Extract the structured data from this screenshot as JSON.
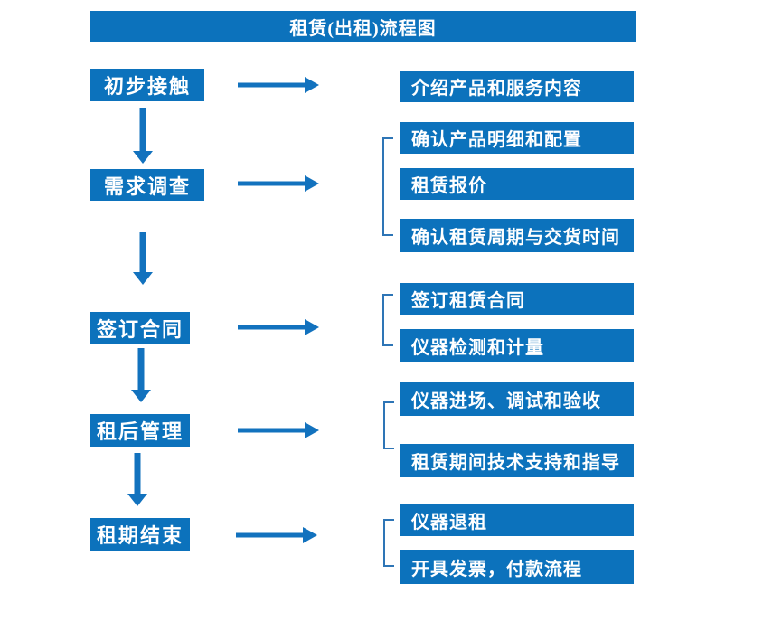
{
  "title": "租赁(出租)流程图",
  "stages": [
    {
      "label": "初步接触",
      "outputs": [
        "介绍产品和服务内容"
      ]
    },
    {
      "label": "需求调查",
      "outputs": [
        "确认产品明细和配置",
        "租赁报价",
        "确认租赁周期与交货时间"
      ]
    },
    {
      "label": "签订合同",
      "outputs": [
        "签订租赁合同",
        "仪器检测和计量"
      ]
    },
    {
      "label": "租后管理",
      "outputs": [
        "仪器进场、调试和验收",
        "租赁期间技术支持和指导"
      ]
    },
    {
      "label": "租期结束",
      "outputs": [
        "仪器退租",
        "开具发票，付款流程"
      ]
    }
  ],
  "colors": {
    "box_fill": "#0C72BC",
    "arrow": "#1272BE",
    "bracket": "#2E75B6",
    "box_text": "#FFFFFF",
    "background": "#FFFFFF"
  }
}
